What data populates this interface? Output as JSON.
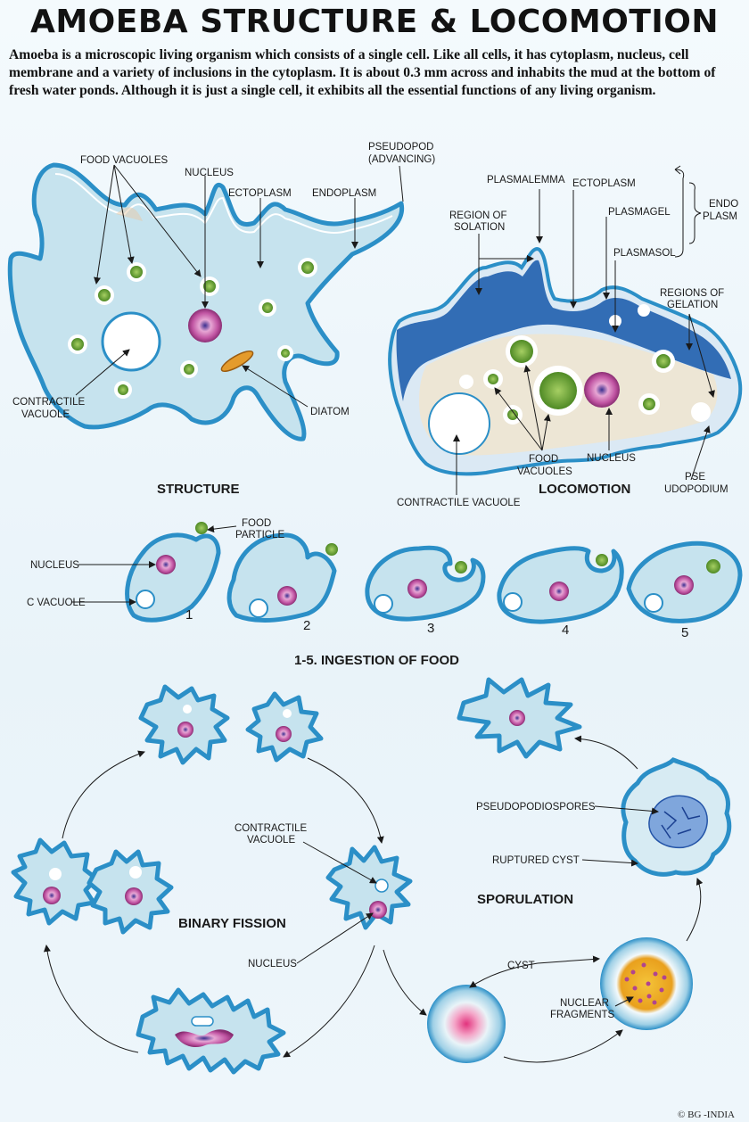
{
  "title": "AMOEBA STRUCTURE & LOCOMOTION",
  "intro": "Amoeba  is a microscopic living organism which consists of a single cell. Like all cells, it has cytoplasm, nucleus, cell membrane and a variety of inclusions in the cytoplasm. It is about 0.3 mm across and inhabits the mud at the bottom of fresh water ponds. Although it is just a single cell, it exhibits all the essential functions of any living organism.",
  "structure": {
    "heading": "STRUCTURE",
    "food_vacuoles": "FOOD VACUOLES",
    "nucleus": "NUCLEUS",
    "ectoplasm": "ECTOPLASM",
    "endoplasm": "ENDOPLASM",
    "pseudopod_1": "PSEUDOPOD",
    "pseudopod_2": "(ADVANCING)",
    "contractile_1": "CONTRACTILE",
    "contractile_2": "VACUOLE",
    "diatom": "DIATOM"
  },
  "locomotion": {
    "heading": "LOCOMOTION",
    "plasmalemma": "PLASMALEMMA",
    "ectoplasm": "ECTOPLASM",
    "endo_1": "ENDO",
    "endo_2": "PLASM",
    "plasmagel": "PLASMAGEL",
    "plasmasol": "PLASMASOL",
    "solation_1": "REGION OF",
    "solation_2": "SOLATION",
    "gelation_1": "REGIONS OF",
    "gelation_2": "GELATION",
    "food_1": "FOOD",
    "food_2": "VACUOLES",
    "nucleus": "NUCLEUS",
    "pse_1": "PSE",
    "pse_2": "UDOPODIUM",
    "contractile": "CONTRACTILE VACUOLE"
  },
  "ingestion": {
    "heading": "1-5. INGESTION OF FOOD",
    "food_1": "FOOD",
    "food_2": "PARTICLE",
    "nucleus": "NUCLEUS",
    "c_vacuole": "C VACUOLE",
    "steps": [
      "1",
      "2",
      "3",
      "4",
      "5"
    ]
  },
  "fission": {
    "heading": "BINARY FISSION",
    "contractile_1": "CONTRACTILE",
    "contractile_2": "VACUOLE",
    "nucleus": "NUCLEUS"
  },
  "sporulation": {
    "heading": "SPORULATION",
    "pseudopodiospores": "PSEUDOPODIOSPORES",
    "ruptured_cyst": "RUPTURED CYST",
    "cyst": "CYST",
    "fragments_1": "NUCLEAR",
    "fragments_2": "FRAGMENTS"
  },
  "copyright": "© BG -INDIA",
  "colors": {
    "cytoplasm": "#c6e3ee",
    "membrane": "#2b8fc7",
    "plasmagel": "#1f5fae",
    "nucleus": "#b0448f",
    "food_vacuole": "#7cae3c"
  }
}
